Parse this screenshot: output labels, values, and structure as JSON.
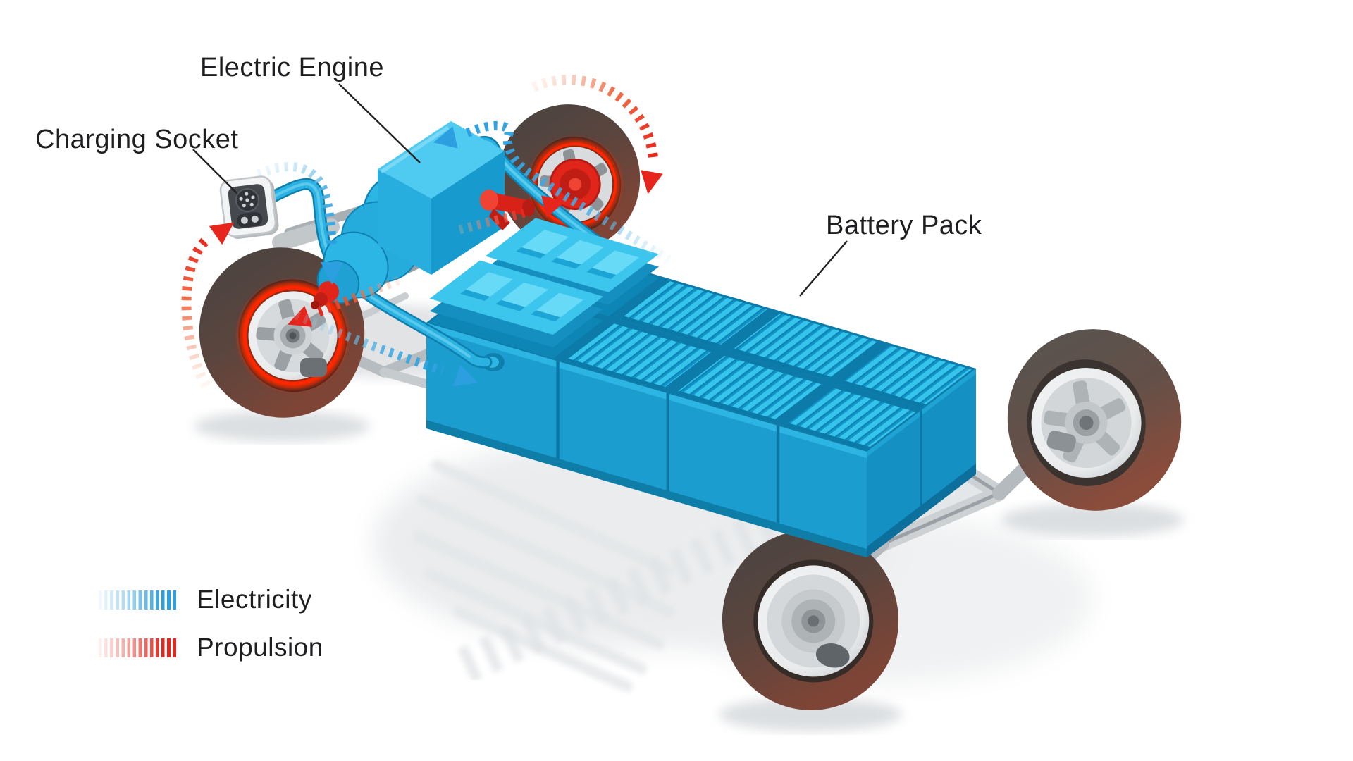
{
  "labels": {
    "electric_engine": "Electric Engine",
    "charging_socket": "Charging Socket",
    "battery_pack": "Battery Pack"
  },
  "legend": {
    "items": [
      {
        "id": "electricity",
        "label": "Electricity",
        "color": "#2b9fe0"
      },
      {
        "id": "propulsion",
        "label": "Propulsion",
        "color": "#e6261c"
      }
    ]
  },
  "colors": {
    "background": "#ffffff",
    "text": "#1e1e20",
    "leader": "#222222",
    "electricity_blue": "#2b9fe0",
    "propulsion_red": "#e6261c",
    "component_blue": "#29b2e2",
    "component_blue_light": "#4fcaf0",
    "component_blue_dark": "#1195c8",
    "component_blue_deep": "#0c7ba9",
    "tire_dark": "#494441",
    "tire_brown": "#7e4536",
    "rim_silver": "#e9ebec",
    "chassis_gray": "#c2c7ca",
    "shadow_gray": "#dde0e3",
    "glow_red": "#ff2d00",
    "hub_red": "#e2251a",
    "socket_body": "#f3f4f5",
    "socket_face": "#45494e"
  }
}
